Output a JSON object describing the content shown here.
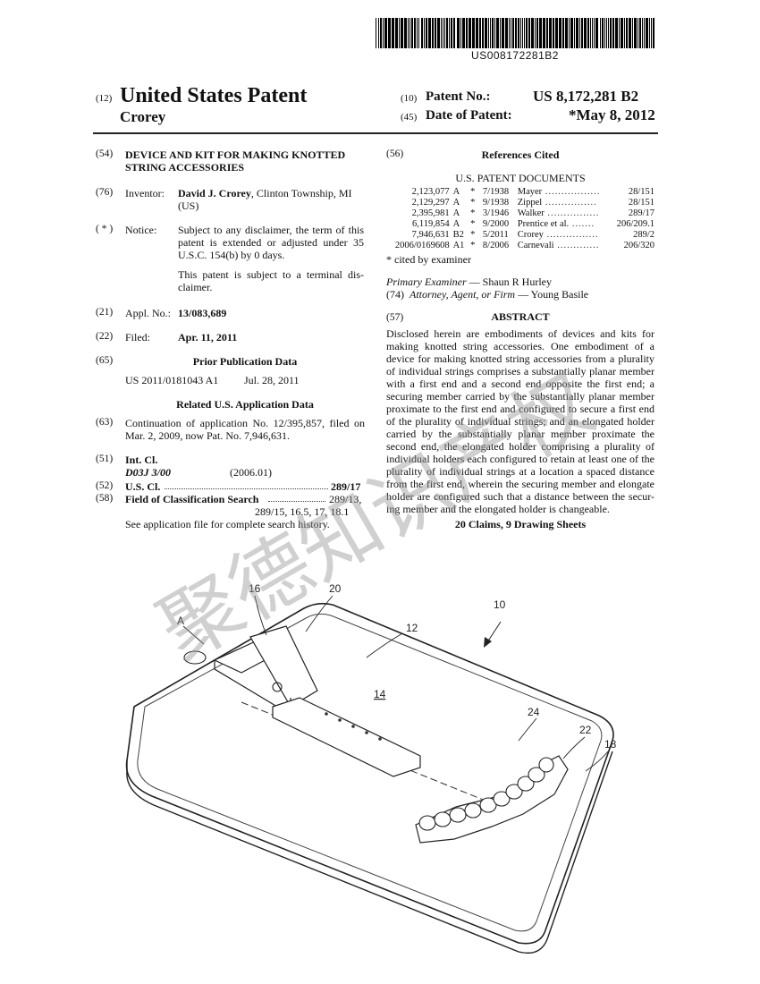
{
  "barcode": {
    "number": "US008172281B2"
  },
  "header": {
    "code_12": "(12)",
    "title": "United States Patent",
    "inventor_surname": "Crorey",
    "code_10": "(10)",
    "patent_no_label": "Patent No.:",
    "patent_no": "US 8,172,281 B2",
    "code_45": "(45)",
    "date_label": "Date of Patent:",
    "date": "*May 8, 2012"
  },
  "left": {
    "f54": {
      "code": "(54)",
      "title_line1": "DEVICE AND KIT FOR MAKING KNOTTED",
      "title_line2": "STRING ACCESSORIES"
    },
    "f76": {
      "code": "(76)",
      "label": "Inventor:",
      "name": "David J. Crorey",
      "loc1": ", Clinton Township, MI",
      "loc2": "(US)"
    },
    "notice": {
      "code": "( * )",
      "label": "Notice:",
      "l1": "Subject to any disclaimer, the term of this",
      "l2": "patent is extended or adjusted under 35",
      "l3": "U.S.C. 154(b) by 0 days.",
      "l4": "This patent is subject to a terminal dis-",
      "l5": "claimer."
    },
    "f21": {
      "code": "(21)",
      "label": "Appl. No.:",
      "value": "13/083,689"
    },
    "f22": {
      "code": "(22)",
      "label": "Filed:",
      "value": "Apr. 11, 2011"
    },
    "f65": {
      "code": "(65)",
      "heading": "Prior Publication Data",
      "pub": "US 2011/0181043 A1",
      "date": "Jul. 28, 2011"
    },
    "related": {
      "heading": "Related U.S. Application Data"
    },
    "f63": {
      "code": "(63)",
      "l1": "Continuation of application No. 12/395,857, filed on",
      "l2": "Mar. 2, 2009, now Pat. No. 7,946,631."
    },
    "f51": {
      "code": "(51)",
      "label": "Int. Cl.",
      "class": "D03J 3/00",
      "year": "(2006.01)"
    },
    "f52": {
      "code": "(52)",
      "label": "U.S. Cl.",
      "value": "289/17"
    },
    "f58": {
      "code": "(58)",
      "label": "Field of Classification Search",
      "value1": "289/13,",
      "value2": "289/15, 16.5, 17, 18.1",
      "note": "See application file for complete search history."
    }
  },
  "right": {
    "f56": {
      "code": "(56)",
      "heading": "References Cited",
      "subheading": "U.S. PATENT DOCUMENTS"
    },
    "refs": [
      {
        "num": "2,123,077",
        "kind": "A",
        "star": "*",
        "date": "7/1938",
        "name": "Mayer",
        "cls": "28/151"
      },
      {
        "num": "2,129,297",
        "kind": "A",
        "star": "*",
        "date": "9/1938",
        "name": "Zippel",
        "cls": "28/151"
      },
      {
        "num": "2,395,981",
        "kind": "A",
        "star": "*",
        "date": "3/1946",
        "name": "Walker",
        "cls": "289/17"
      },
      {
        "num": "6,119,854",
        "kind": "A",
        "star": "*",
        "date": "9/2000",
        "name": "Prentice et al.",
        "cls": "206/209.1"
      },
      {
        "num": "7,946,631",
        "kind": "B2",
        "star": "*",
        "date": "5/2011",
        "name": "Crorey",
        "cls": "289/2"
      },
      {
        "num": "2006/0169608",
        "kind": "A1",
        "star": "*",
        "date": "8/2006",
        "name": "Carnevali",
        "cls": "206/320"
      }
    ],
    "cited_note": "* cited by examiner",
    "examiner_label": "Primary Examiner",
    "examiner": "Shaun R Hurley",
    "f74": {
      "code": "(74)",
      "label": "Attorney, Agent, or Firm",
      "value": "Young Basile"
    },
    "f57": {
      "code": "(57)",
      "heading": "ABSTRACT"
    },
    "abstract_lines": [
      "Disclosed herein are embodiments of devices and kits for",
      "making knotted string accessories. One embodiment of a",
      "device for making knotted string accessories from a plurality",
      "of individual strings comprises a substantially planar member",
      "with a first end and a second end opposite the first end; a",
      "securing member carried by the substantially planar member",
      "proximate to the first end and configured to secure a first end",
      "of the plurality of individual strings; and an elongated holder",
      "carried by the substantially planar member proximate the",
      "second end, the elongated holder comprising a plurality of",
      "individual holders each configured to retain at least one of the",
      "plurality of individual strings at a location a spaced distance",
      "from the first end, wherein the securing member and elongate",
      "holder are configured such that a distance between the secur-",
      "ing member and the elongated holder is changeable."
    ],
    "claims": "20 Claims, 9 Drawing Sheets"
  },
  "figure": {
    "labels": {
      "l16": "16",
      "l20": "20",
      "l10": "10",
      "l12": "12",
      "lA": "A",
      "l14": "14",
      "l24": "24",
      "l22": "22",
      "l18": "18"
    }
  },
  "watermark": "聚德知识产权"
}
